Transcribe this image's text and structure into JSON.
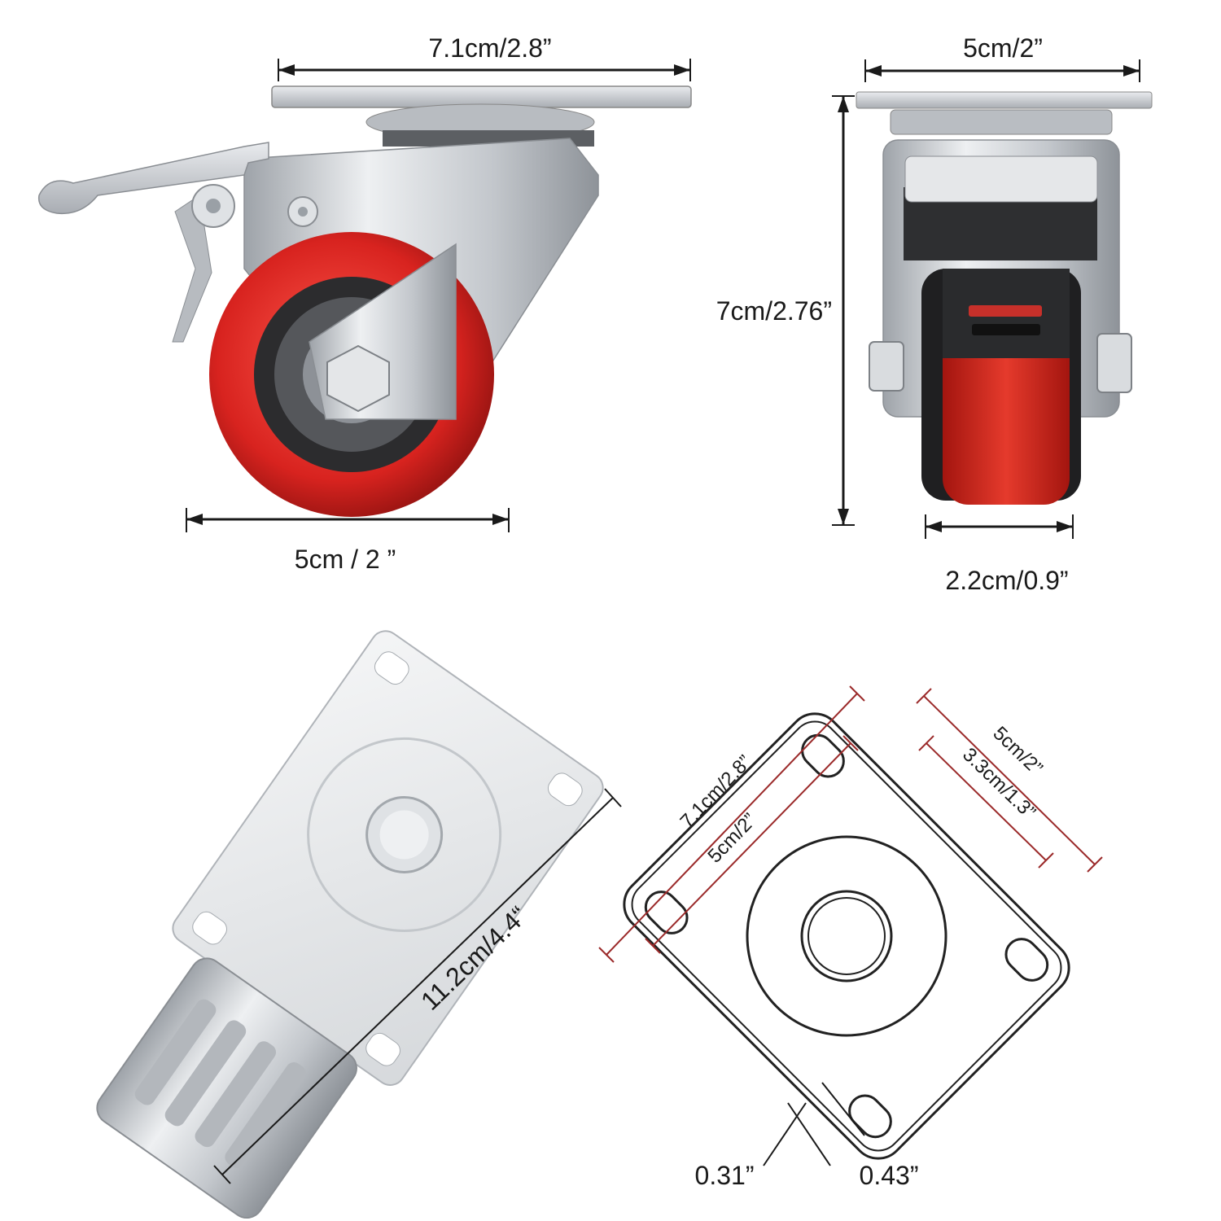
{
  "views": {
    "side": {
      "top_width": "7.1cm/2.8”",
      "wheel_diameter": "5cm / 2 ”"
    },
    "front": {
      "plate_width": "5cm/2”",
      "height": "7cm/2.76”",
      "wheel_width": "2.2cm/0.9”"
    },
    "top": {
      "overall_length": "11.2cm/4.4“"
    },
    "plate": {
      "hole_spacing_long": "7.1cm/2.8”",
      "hole_spacing_long_inner": "5cm/2”",
      "plate_width": "5cm/2”",
      "hole_spacing_short": "3.3cm/1.3”",
      "slot_width": "0.31”",
      "slot_length": "0.43”"
    }
  },
  "colors": {
    "wheel_red": "#d8231f",
    "metal": "#c9ccd0",
    "dim_line": "#1a1a1a",
    "plate_dim_line": "#9b2a2a",
    "outline": "#222222"
  }
}
